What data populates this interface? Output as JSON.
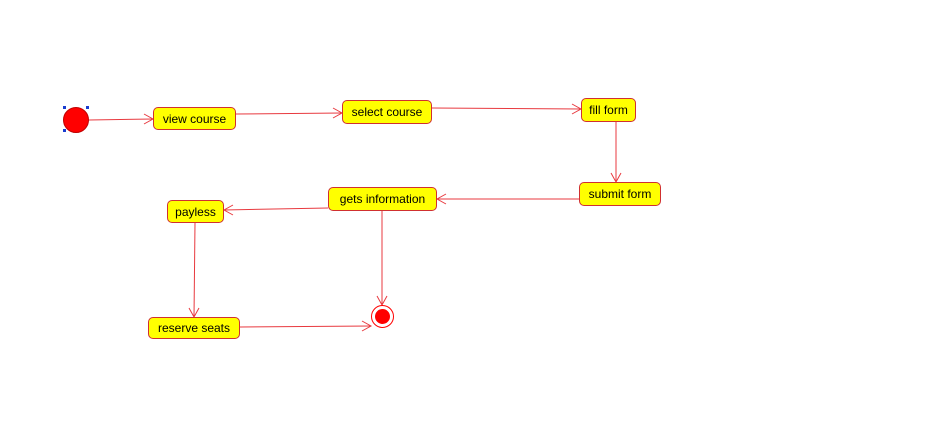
{
  "diagram": {
    "nodes": {
      "view_course": "view course",
      "select_course": "select course",
      "fill_form": "fill form",
      "submit_form": "submit form",
      "gets_information": "gets information",
      "payless": "payless",
      "reserve_seats": "reserve seats"
    },
    "colors": {
      "node_fill": "#ffff00",
      "node_border": "#d03030",
      "edge": "#e8393f",
      "start_end": "#ff0000",
      "selection_handle": "#1a3dd0"
    }
  }
}
